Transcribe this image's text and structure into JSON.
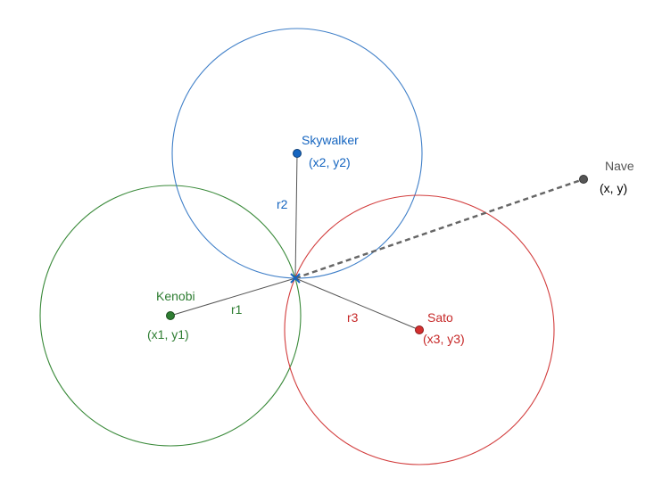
{
  "nodes": {
    "kenobi": {
      "name": "Kenobi",
      "coords": "(x1, y1)",
      "color": "#2e7d32"
    },
    "skywalker": {
      "name": "Skywalker",
      "coords": "(x2, y2)",
      "color": "#1565c0"
    },
    "sato": {
      "name": "Sato",
      "coords": "(x3, y3)",
      "color": "#c62828"
    },
    "nave": {
      "name": "Nave",
      "coords": "(x, y)",
      "color": "#555555",
      "coords_color": "#000000"
    }
  },
  "radii": {
    "r1": "r1",
    "r2": "r2",
    "r3": "r3"
  },
  "circle_colors": {
    "kenobi": "#3a8a3a",
    "skywalker": "#3f7fc8",
    "sato": "#d23c3c"
  },
  "radius_line_color": "#555555",
  "intersection_marker_color": "#1565c0",
  "dashed_line_color": "#666666"
}
